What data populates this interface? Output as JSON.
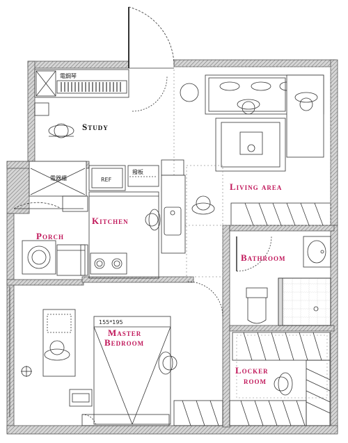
{
  "rooms": {
    "study": "Study",
    "living": "Living area",
    "kitchen": "Kitchen",
    "porch": "Porch",
    "bathroom": "Bathroom",
    "master_line1": "Master",
    "master_line2": "Bedroom",
    "locker_line1": "Locker",
    "locker_line2": "room"
  },
  "annotations": {
    "piano": "電鋼琴",
    "fridge_label": "REF",
    "shelf_label": "撥板",
    "appliance_label": "電器櫃",
    "bed_size": "155*195"
  },
  "colors": {
    "pink_label": "#c0175a",
    "dark_label": "#111111",
    "wall_hatch": "#9a9a9a",
    "line": "#333333"
  }
}
